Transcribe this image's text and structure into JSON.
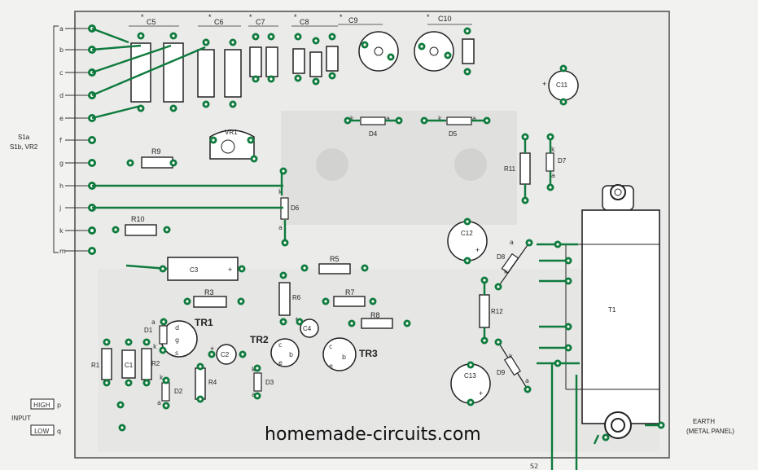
{
  "watermark": "homemade-circuits.com",
  "switch_label_1": "S1a",
  "switch_label_2": "S1b, VR2",
  "input_label": "INPUT",
  "high_label": "HIGH",
  "high_pin": "p",
  "low_label": "LOW",
  "low_pin": "q",
  "earth_label_1": "EARTH",
  "earth_label_2": "(METAL PANEL)",
  "s2_label": "S2",
  "switch_pins": [
    "a",
    "b",
    "c",
    "d",
    "e",
    "f",
    "g",
    "h",
    "j",
    "k",
    "m"
  ],
  "components": {
    "c5": "C5",
    "c6": "C6",
    "c7": "C7",
    "c8": "C8",
    "c9": "C9",
    "c10": "C10",
    "c11": "C11",
    "vr1": "VR1",
    "r9": "R9",
    "r10": "R10",
    "d4": "D4",
    "d5": "D5",
    "d6": "D6",
    "d7": "D7",
    "r11": "R11",
    "c3": "C3",
    "r3": "R3",
    "r5": "R5",
    "r6": "R6",
    "r7": "R7",
    "r8": "R8",
    "c4": "C4",
    "c12": "C12",
    "c13": "C13",
    "r12": "R12",
    "d8": "D8",
    "d9": "D9",
    "t1": "T1",
    "tr1": "TR1",
    "tr2": "TR2",
    "tr3": "TR3",
    "d1": "D1",
    "r1": "R1",
    "c1": "C1",
    "r2": "R2",
    "c2": "C2",
    "r4": "R4",
    "d2": "D2",
    "d3": "D3"
  },
  "star": "*",
  "plus": "+",
  "k": "k",
  "a": "a",
  "b": "b",
  "c": "c",
  "e": "e",
  "s": "s",
  "d": "d",
  "g": "g"
}
